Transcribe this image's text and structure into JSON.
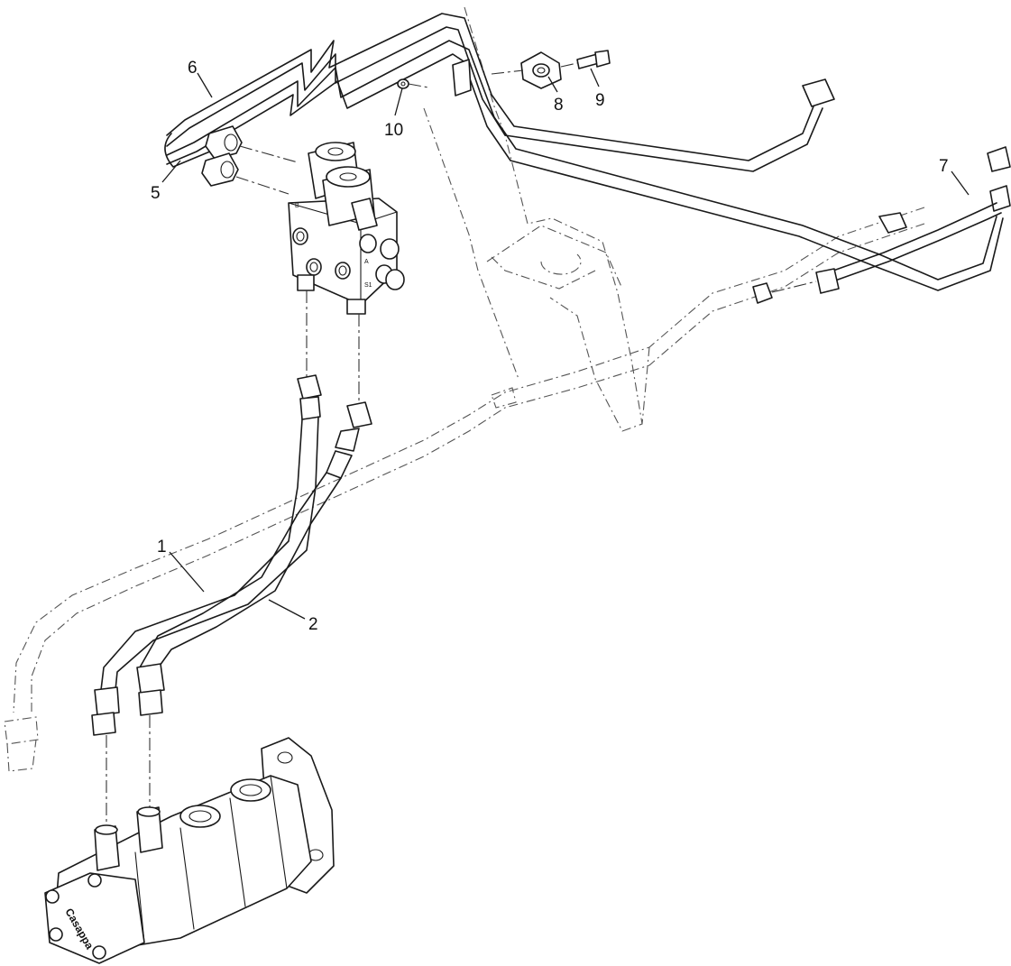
{
  "callouts": {
    "c1": "1",
    "c2": "2",
    "c5": "5",
    "c6": "6",
    "c7": "7",
    "c8": "8",
    "c9": "9",
    "c10": "10"
  },
  "pump_brand": "Casappa",
  "valve_port_marks": [
    "B",
    "A",
    "S1"
  ]
}
